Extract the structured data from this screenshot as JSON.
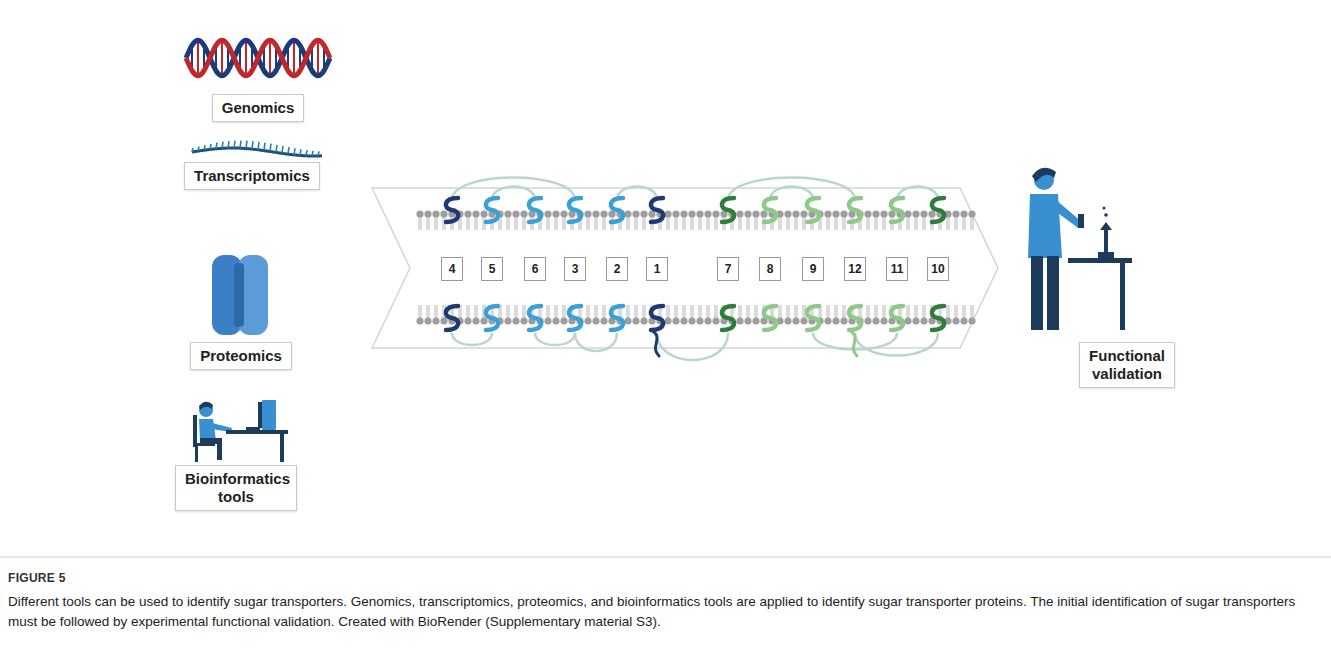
{
  "diagram": {
    "title": "FIGURE 5",
    "caption": "Different tools can be used to identify sugar transporters. Genomics, transcriptomics, proteomics, and bioinformatics tools are applied to identify sugar transporter proteins. The initial identification of sugar transporters must be followed by experimental functional validation. Created with BioRender (Supplementary material S3).",
    "nodes": [
      {
        "text": [
          "Genomics"
        ]
      },
      {
        "text": [
          "Transcriptomics"
        ]
      },
      {
        "text": [
          "Proteomics"
        ]
      },
      {
        "text": [
          "Bioinformatics tools"
        ]
      },
      {
        "text": [
          "Functional validation"
        ]
      }
    ],
    "labels": [
      "4",
      "5",
      "6",
      "3",
      "2",
      "1",
      "7",
      "8",
      "9",
      "12",
      "11",
      "10"
    ]
  }
}
